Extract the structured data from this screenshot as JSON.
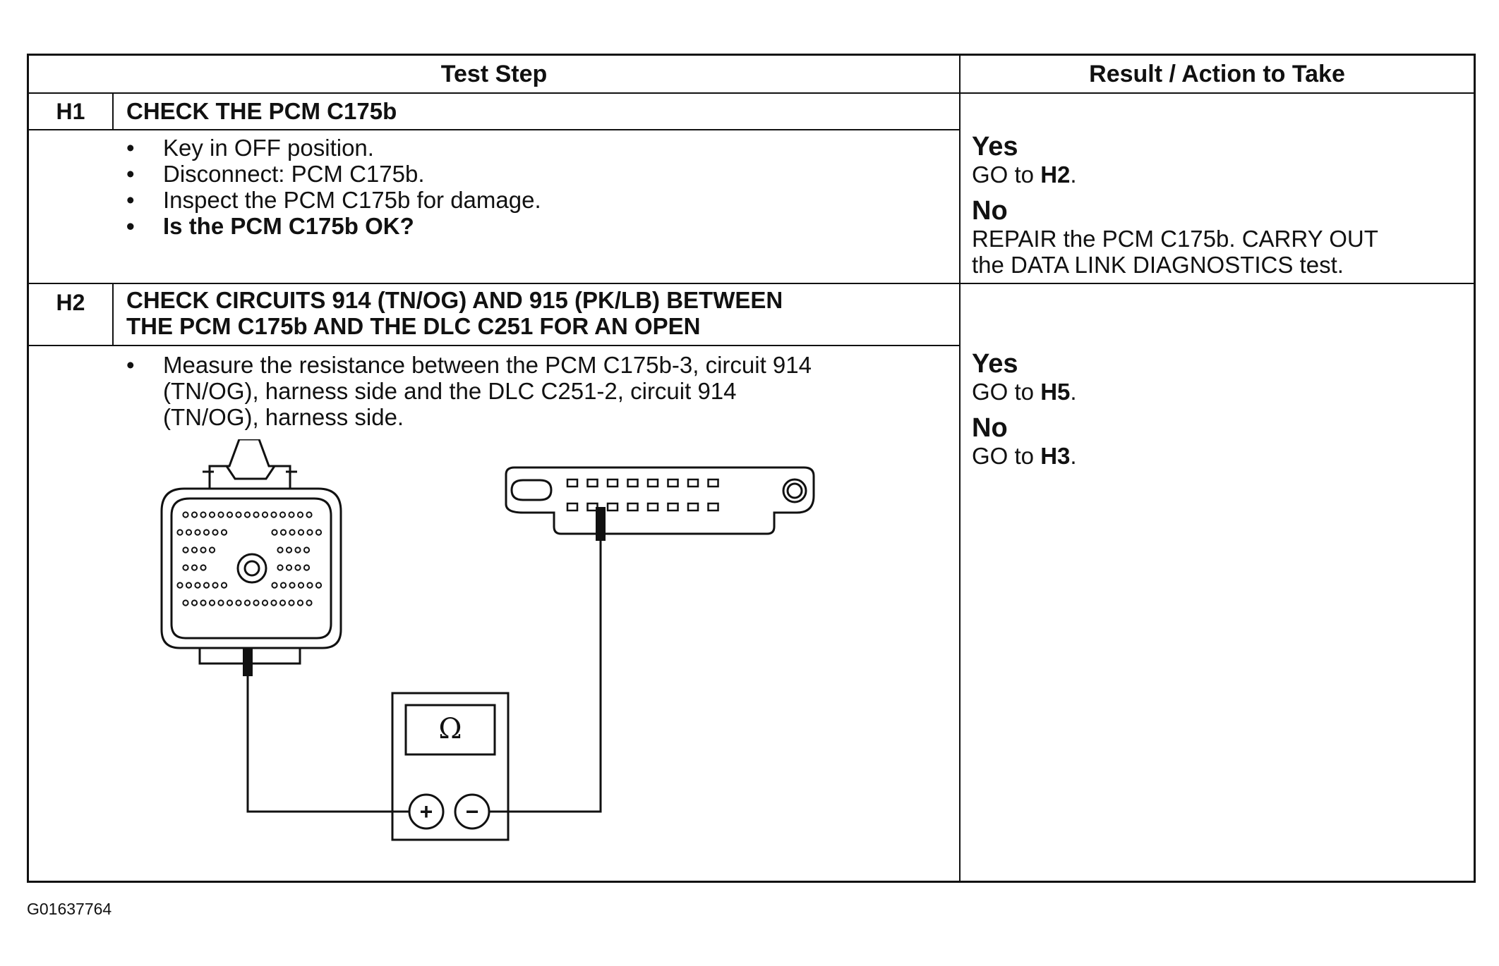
{
  "table": {
    "header_step": "Test Step",
    "header_result": "Result / Action to Take"
  },
  "steps": [
    {
      "id": "H1",
      "title_lines": [
        "CHECK THE PCM C175b"
      ],
      "bullets": [
        {
          "text": "Key in OFF position.",
          "bold": false
        },
        {
          "text": "Disconnect: PCM C175b.",
          "bold": false
        },
        {
          "text": "Inspect the PCM C175b for damage.",
          "bold": false
        },
        {
          "text": "Is the PCM C175b OK?",
          "bold": true
        }
      ],
      "results": {
        "yes_label": "Yes",
        "yes_action_prefix": "GO to ",
        "yes_action_target": "H2",
        "yes_action_suffix": ".",
        "no_label": "No",
        "no_action_line1": "REPAIR the PCM C175b. CARRY OUT",
        "no_action_line2": "the DATA LINK DIAGNOSTICS test."
      }
    },
    {
      "id": "H2",
      "title_lines": [
        "CHECK CIRCUITS 914 (TN/OG) AND 915 (PK/LB) BETWEEN",
        "THE PCM C175b AND THE DLC C251 FOR AN OPEN"
      ],
      "bullets": [
        {
          "lines": [
            "Measure the resistance between the PCM C175b-3, circuit 914",
            "(TN/OG), harness side and the DLC C251-2, circuit 914",
            "(TN/OG), harness side."
          ],
          "bold": false
        }
      ],
      "results": {
        "yes_label": "Yes",
        "yes_action_prefix": "GO to ",
        "yes_action_target": "H5",
        "yes_action_suffix": ".",
        "no_label": "No",
        "no_action_prefix": "GO to ",
        "no_action_target": "H3",
        "no_action_suffix": "."
      }
    }
  ],
  "figure": {
    "meter_symbol": "Ω",
    "plus_symbol": "+",
    "minus_symbol": "−"
  },
  "doc_id": "G01637764"
}
